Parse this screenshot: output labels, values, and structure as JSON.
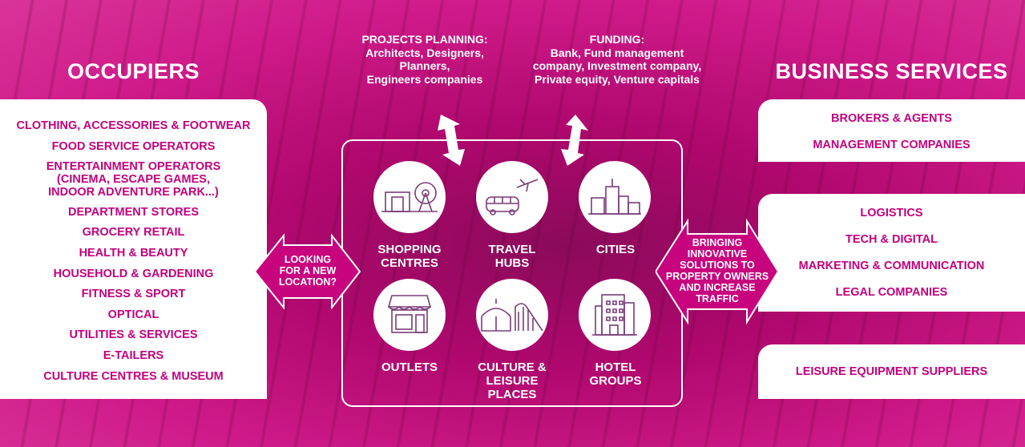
{
  "occupiers": {
    "title": "OCCUPIERS",
    "items": [
      "CLOTHING, ACCESSORIES & FOOTWEAR",
      "FOOD SERVICE OPERATORS",
      "ENTERTAINMENT OPERATORS (CINEMA, ESCAPE GAMES, INDOOR ADVENTURE PARK...)",
      "DEPARTMENT STORES",
      "GROCERY RETAIL",
      "HEALTH & BEAUTY",
      "HOUSEHOLD & GARDENING",
      "FITNESS & SPORT",
      "OPTICAL",
      "UTILITIES & SERVICES",
      "E-TAILERS",
      "CULTURE CENTRES & MUSEUM"
    ]
  },
  "business_services": {
    "title": "BUSINESS SERVICES",
    "groups": [
      [
        "BROKERS & AGENTS",
        "MANAGEMENT COMPANIES"
      ],
      [
        "LOGISTICS",
        "TECH & DIGITAL",
        "MARKETING & COMMUNICATION",
        "LEGAL COMPANIES"
      ],
      [
        "LEISURE EQUIPMENT SUPPLIERS"
      ]
    ]
  },
  "projects_planning": {
    "title": "PROJECTS PLANNING:",
    "lines": [
      "Architects, Designers,",
      "Planners,",
      "Engineers companies"
    ]
  },
  "funding": {
    "title": "FUNDING:",
    "lines": [
      "Bank, Fund management",
      "company, Investment company,",
      "Private equity, Venture capitals"
    ]
  },
  "left_arrow": "LOOKING FOR A NEW LOCATION?",
  "right_arrow": "BRINGING INNOVATIVE SOLUTIONS TO PROPERTY OWNERS AND INCREASE TRAFFIC",
  "categories": [
    {
      "label": "SHOPPING CENTRES",
      "icon": "shopping-centre-icon"
    },
    {
      "label": "TRAVEL HUBS",
      "icon": "travel-hub-icon"
    },
    {
      "label": "CITIES",
      "icon": "city-icon"
    },
    {
      "label": "OUTLETS",
      "icon": "outlet-store-icon"
    },
    {
      "label": "CULTURE & LEISURE PLACES",
      "icon": "circus-rollercoaster-icon"
    },
    {
      "label": "HOTEL GROUPS",
      "icon": "hotel-icon"
    }
  ],
  "colors": {
    "accent": "#c2007d",
    "icon": "#7a3c78"
  }
}
